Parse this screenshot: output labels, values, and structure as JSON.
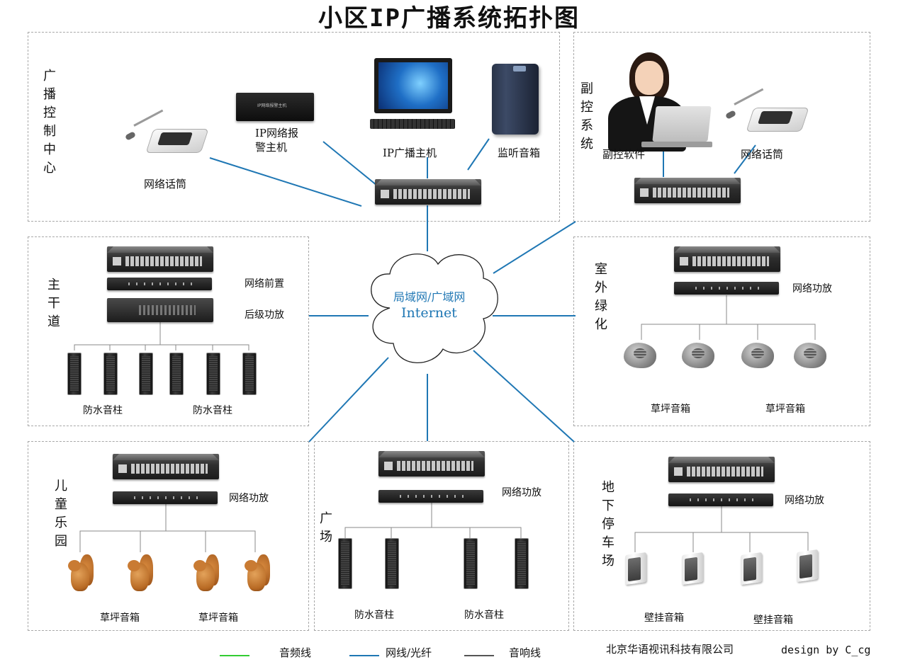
{
  "title": "小区IP广播系统拓扑图",
  "center": {
    "labels": [
      "广",
      "播",
      "控",
      "制",
      "中",
      "心"
    ],
    "mic_label": "网络话筒",
    "alarm_label_1": "IP网络报",
    "alarm_label_2": "警主机",
    "alarm_box_text": "IP网络报警主机",
    "host_label": "IP广播主机",
    "monitor_label": "监听音箱"
  },
  "sub": {
    "labels": [
      "副",
      "控",
      "系",
      "统"
    ],
    "software_label": "副控软件",
    "mic_label": "网络话筒"
  },
  "cloud": {
    "line1": "局域网/广域网",
    "line2": "Internet"
  },
  "main_road": {
    "labels": [
      "主",
      "干",
      "道"
    ],
    "preamp_label": "网络前置",
    "poweramp_label": "后级功放",
    "speaker_label_1": "防水音柱",
    "speaker_label_2": "防水音柱"
  },
  "green": {
    "labels": [
      "室",
      "外",
      "绿",
      "化"
    ],
    "amp_label": "网络功放",
    "speaker_label_1": "草坪音箱",
    "speaker_label_2": "草坪音箱"
  },
  "kids": {
    "labels": [
      "儿",
      "童",
      "乐",
      "园"
    ],
    "amp_label": "网络功放",
    "speaker_label_1": "草坪音箱",
    "speaker_label_2": "草坪音箱"
  },
  "plaza": {
    "labels": [
      "广",
      "场"
    ],
    "amp_label": "网络功放",
    "speaker_label_1": "防水音柱",
    "speaker_label_2": "防水音柱"
  },
  "parking": {
    "labels": [
      "地",
      "下",
      "停",
      "车",
      "场"
    ],
    "amp_label": "网络功放",
    "speaker_label_1": "壁挂音箱",
    "speaker_label_2": "壁挂音箱"
  },
  "legend": {
    "audio_label": "音频线",
    "network_label": "网线/光纤",
    "speaker_label": "音响线",
    "audio_color": "#33cc33",
    "network_color": "#1f77b4",
    "speaker_color": "#555555"
  },
  "footer": {
    "company": "北京华语视讯科技有限公司",
    "credit": "design by C_cg"
  }
}
